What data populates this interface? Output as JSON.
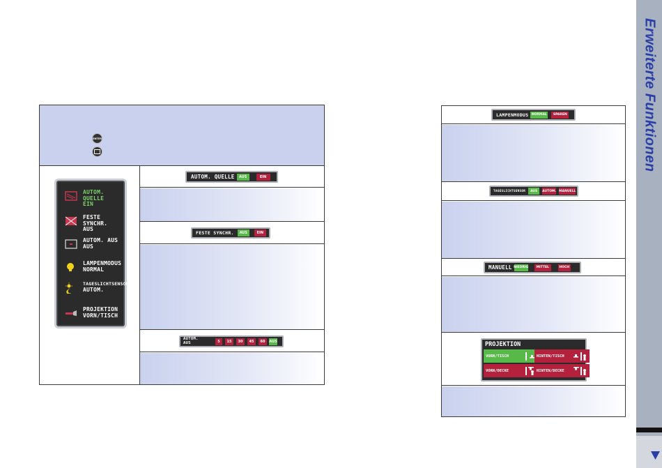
{
  "sidebar": {
    "title": "Erweiterte Funktionen",
    "bg": "#a7b1c0",
    "text_color": "#2a3ea8"
  },
  "left": {
    "header_buttons": [
      {
        "label": "ENTER"
      },
      {
        "label": "MENU"
      }
    ],
    "menu_panel": {
      "items": [
        {
          "icon": "auto-source-icon",
          "lines": [
            "AUTOM.",
            "QUELLE",
            "EIN"
          ],
          "highlight": true
        },
        {
          "icon": "fixed-sync-icon",
          "lines": [
            "FESTE SYNCHR.",
            "AUS"
          ],
          "highlight": false
        },
        {
          "icon": "auto-off-icon",
          "lines": [
            "AUTOM. AUS",
            "AUS"
          ],
          "highlight": false
        },
        {
          "icon": "lamp-icon",
          "lines": [
            "LAMPENMODUS",
            "NORMAL"
          ],
          "highlight": false
        },
        {
          "icon": "daylight-sensor-icon",
          "lines": [
            "TAGESLICHTSENSOR",
            "AUTOM."
          ],
          "highlight": false
        },
        {
          "icon": "projector-icon",
          "lines": [
            "PROJEKTION",
            "VORN/TISCH"
          ],
          "highlight": false
        }
      ]
    },
    "osd_auto_source": {
      "label": "AUTOM. QUELLE",
      "options": [
        {
          "text": "AUS",
          "active": true
        },
        {
          "text": "EIN",
          "active": false
        }
      ]
    },
    "osd_fixed_sync": {
      "label": "FESTE SYNCHR.",
      "options": [
        {
          "text": "AUS",
          "active": true
        },
        {
          "text": "EIN",
          "active": false
        }
      ]
    },
    "osd_auto_off": {
      "label_line1": "AUTOM.",
      "label_line2": "AUS",
      "options": [
        {
          "text": "5",
          "active": false
        },
        {
          "text": "15",
          "active": false
        },
        {
          "text": "30",
          "active": false
        },
        {
          "text": "45",
          "active": false
        },
        {
          "text": "60",
          "active": false
        },
        {
          "text": "AUS",
          "active": true
        }
      ]
    }
  },
  "right": {
    "osd_lamp_mode": {
      "label": "LAMPENMODUS",
      "options": [
        {
          "text": "NORMAL",
          "active": true
        },
        {
          "text": "SPAREN",
          "active": false
        }
      ]
    },
    "osd_daylight": {
      "label": "TAGESLICHTSENSOR",
      "options": [
        {
          "text": "AUS",
          "active": true
        },
        {
          "text": "AUTOM.",
          "active": false
        },
        {
          "text": "MANUELL",
          "active": false
        }
      ]
    },
    "osd_manual": {
      "label": "MANUELL",
      "options": [
        {
          "text": "NIEDRIG",
          "active": true
        },
        {
          "text": "MITTEL",
          "active": false
        },
        {
          "text": "HOCH",
          "active": false
        }
      ]
    },
    "osd_projection": {
      "title": "PROJEKTION",
      "options": [
        {
          "text": "VORN/TISCH",
          "active": true
        },
        {
          "text": "HINTEN/TISCH",
          "active": false
        },
        {
          "text": "VORN/DECKE",
          "active": false
        },
        {
          "text": "HINTEN/DECKE",
          "active": false
        }
      ]
    }
  },
  "colors": {
    "accent_green": "#57b947",
    "accent_red": "#b3213d",
    "row_blue": "#c9d1ee",
    "highlight_text": "#7ed36a"
  }
}
